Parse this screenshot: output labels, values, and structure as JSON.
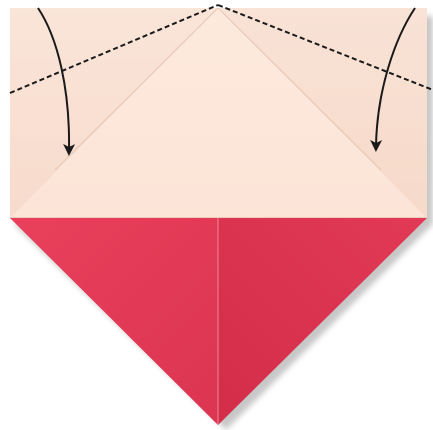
{
  "colors": {
    "background": "#ffffff",
    "paper_light": "#fbe3d6",
    "paper_light_shadow": "#f1d2c3",
    "paper_red": "#e53b57",
    "paper_red_dark": "#d62e4b",
    "fold_line": "#1a1a1a",
    "arrow": "#1a1a1a",
    "shadow": "#8f8f8f"
  },
  "diagram": {
    "kind": "origami-instruction-step",
    "elements": [
      {
        "name": "top-paper-flap",
        "color": "paper_light"
      },
      {
        "name": "bottom-red-flap",
        "color": "paper_red"
      },
      {
        "name": "left-valley-fold-line",
        "style": "dashed"
      },
      {
        "name": "right-valley-fold-line",
        "style": "dashed"
      },
      {
        "name": "left-fold-arrow",
        "direction": "down"
      },
      {
        "name": "right-fold-arrow",
        "direction": "down"
      }
    ]
  }
}
